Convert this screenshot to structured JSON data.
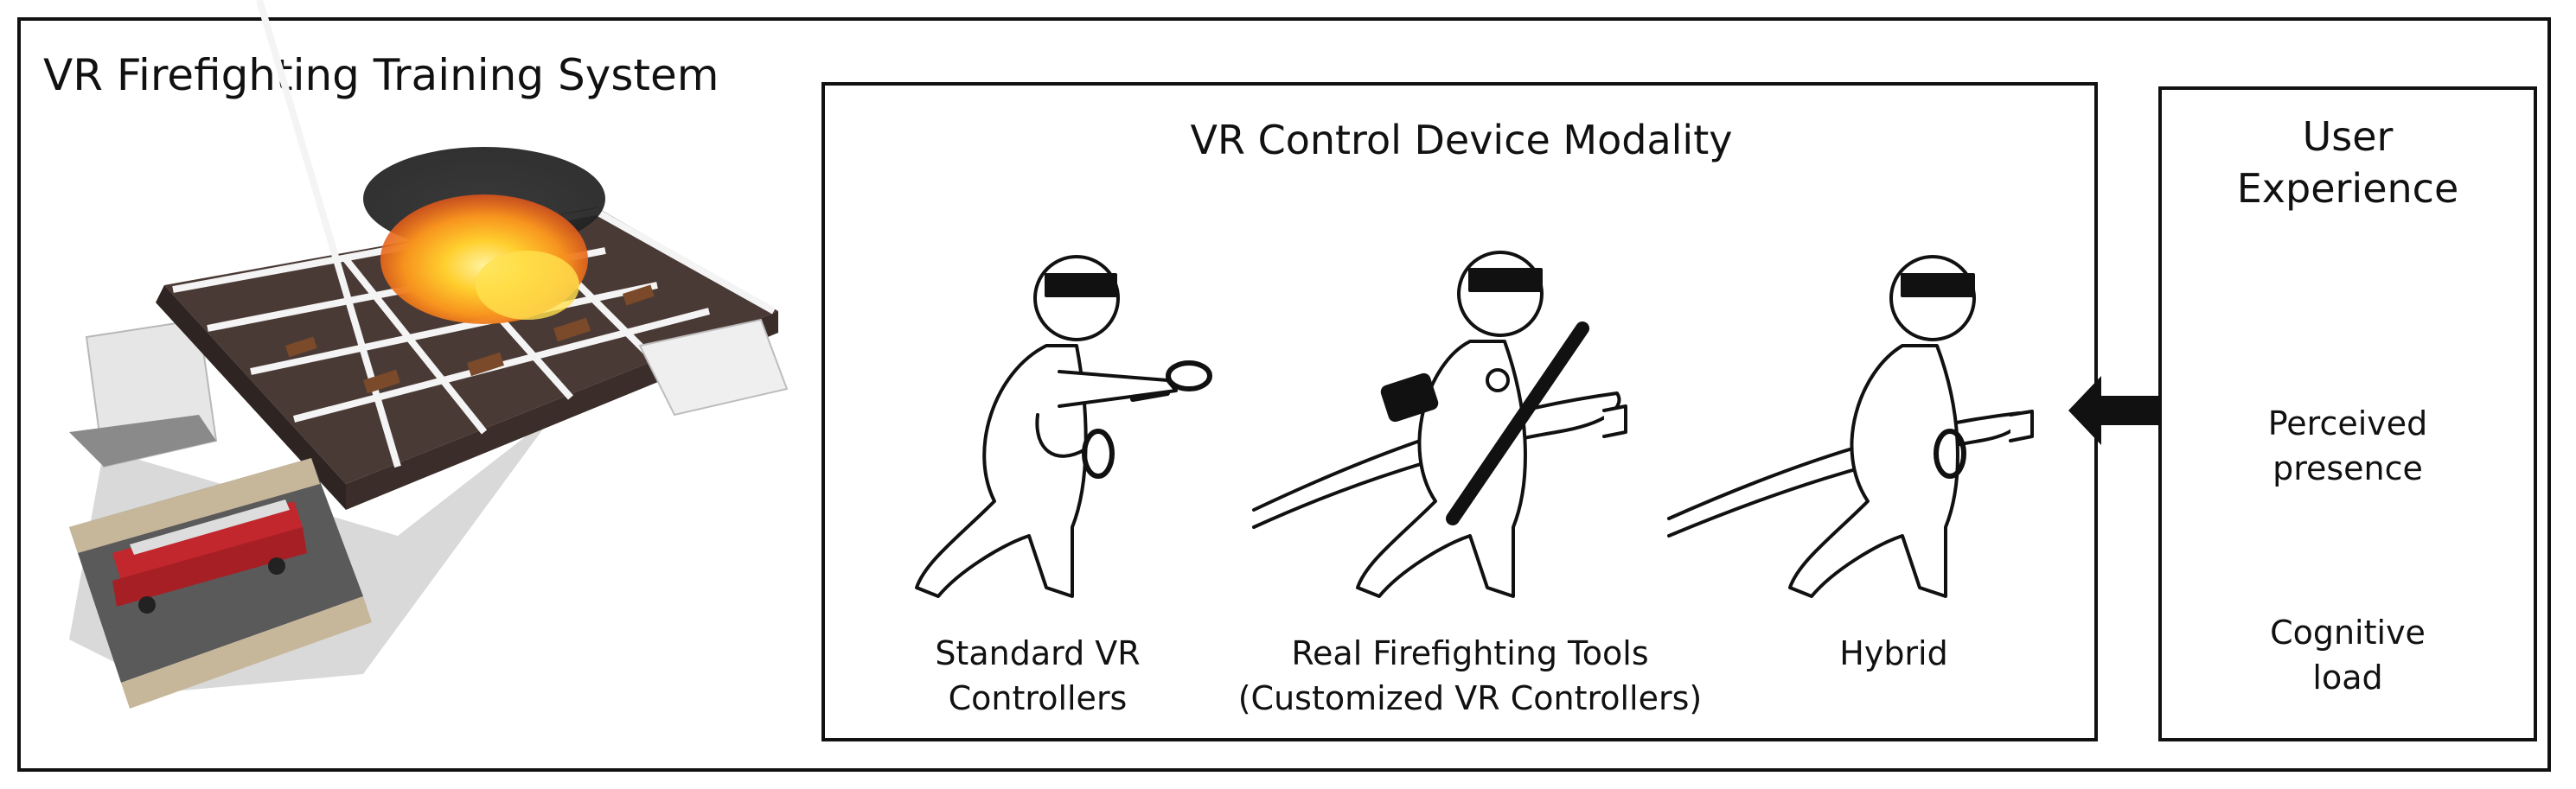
{
  "title": "VR Firefighting Training System",
  "modality": {
    "title": "VR Control Device Modality",
    "options": [
      {
        "line1": "Standard VR",
        "line2": "Controllers"
      },
      {
        "line1": "Real Firefighting Tools",
        "line2": "(Customized VR Controllers)"
      },
      {
        "line1": "Hybrid",
        "line2": ""
      }
    ]
  },
  "user_experience": {
    "title_line1": "User",
    "title_line2": "Experience",
    "measures": [
      {
        "icon": "glasses-icon",
        "line1": "Perceived",
        "line2": "presence"
      },
      {
        "icon": "lightning-icon",
        "line1": "Cognitive",
        "line2": "load"
      }
    ]
  },
  "colors": {
    "fire": "#f7931e",
    "fire_core": "#ffe14d",
    "smoke": "#2b2b2b",
    "truck": "#c1272d"
  }
}
